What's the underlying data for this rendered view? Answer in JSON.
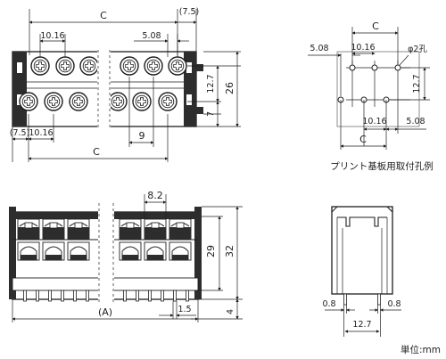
{
  "labels": {
    "c_top": "C",
    "pitch_end_top": "(7.5)",
    "pitch_10_16_top": "10.16",
    "pitch_5_08_top": "5.08",
    "pitch_end_bottom": "(7.5)",
    "pitch_10_16_bottom": "10.16",
    "c_bottom": "C",
    "dim_9": "9",
    "dim_12_7": "12.7",
    "dim_7": "7",
    "dim_26": "26",
    "dim_8_2": "8.2",
    "dim_29": "29",
    "dim_32": "32",
    "dim_1_5": "1.5",
    "dim_a": "(A)",
    "dim_4": "4",
    "pcb_5_08_left": "5.08",
    "pcb_c_top": "C",
    "pcb_10_16_top": "10.16",
    "pcb_hole": "φ2孔",
    "pcb_12_7": "12.7",
    "pcb_10_16_bottom": "10.16",
    "pcb_5_08_right": "5.08",
    "pcb_c_bottom": "C",
    "pcb_caption": "プリント基板用取付孔例",
    "side_0_8_left": "0.8",
    "side_0_8_right": "0.8",
    "side_12_7": "12.7",
    "unit": "単位:mm"
  }
}
